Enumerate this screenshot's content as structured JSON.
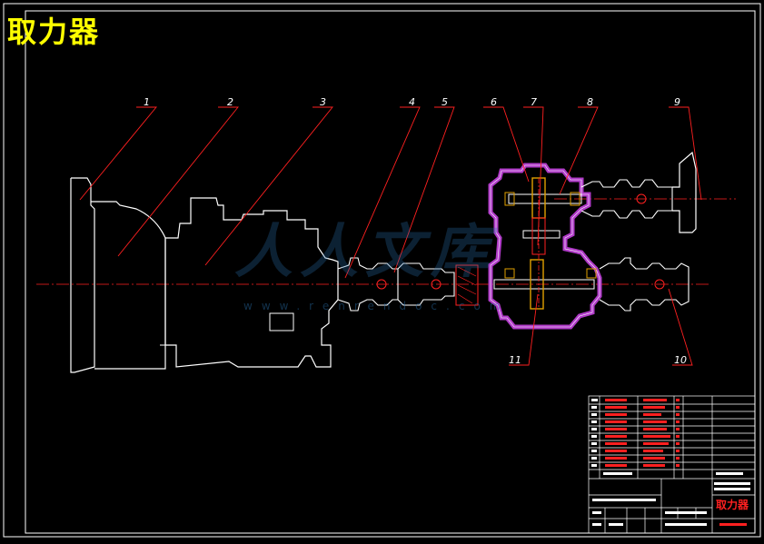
{
  "title": "取力器",
  "title_block": {
    "drawing_name": "取力器",
    "sheet_info": "共 1 张  第 1 张"
  },
  "callouts": [
    "1",
    "2",
    "3",
    "4",
    "5",
    "6",
    "7",
    "8",
    "9",
    "10",
    "11"
  ],
  "watermark": {
    "text": "人人文库",
    "url": "www.renrendoc.com"
  },
  "colors": {
    "background": "#000000",
    "outline": "#ffffff",
    "leader": "#ff2020",
    "centerline": "#ff2020",
    "housing": "#9b2fae",
    "title": "#ffff00",
    "gear": "#e0a000",
    "watermark": "#286eaa"
  }
}
